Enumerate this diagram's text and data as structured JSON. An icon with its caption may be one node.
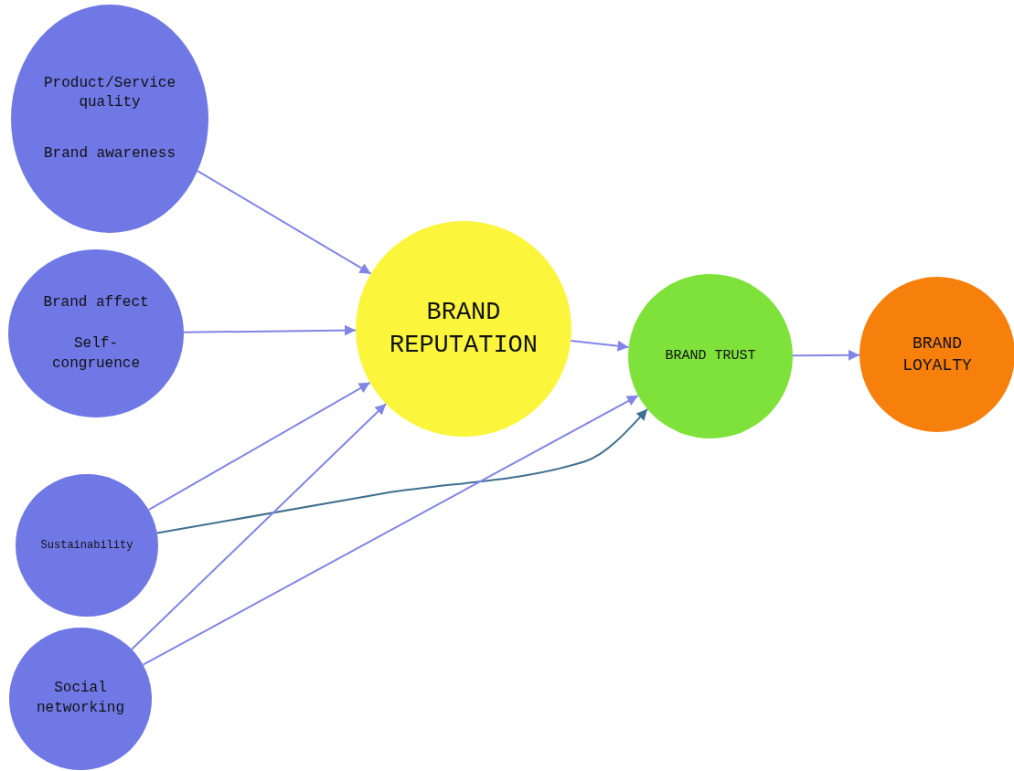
{
  "diagram": {
    "nodes": [
      {
        "text": [
          "Product/Service quality",
          "Brand awareness"
        ]
      },
      {
        "text": [
          "Brand affect",
          "Self-congruence"
        ]
      },
      {
        "text": [
          "Sustainability"
        ]
      },
      {
        "text": [
          "Social networking"
        ]
      },
      {
        "text": [
          "BRAND REPUTATION"
        ]
      },
      {
        "text": [
          "BRAND TRUST"
        ]
      },
      {
        "text": [
          "BRAND LOYALTY"
        ]
      }
    ],
    "edges": [
      {
        "from": 0,
        "to": 4,
        "arrow": "to"
      },
      {
        "from": 1,
        "to": 4,
        "arrow": "to"
      },
      {
        "from": 2,
        "to": 4,
        "arrow": "to"
      },
      {
        "from": 2,
        "to": 5,
        "arrow": "to",
        "color": "#3f6f8f"
      },
      {
        "from": 3,
        "to": 4,
        "arrow": "to"
      },
      {
        "from": 3,
        "to": 5,
        "arrow": "to"
      },
      {
        "from": 4,
        "to": 5,
        "arrow": "to"
      },
      {
        "from": 5,
        "to": 6,
        "arrow": "to"
      }
    ]
  }
}
